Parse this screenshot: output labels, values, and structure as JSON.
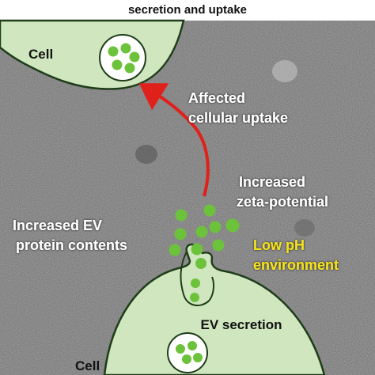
{
  "title": "secretion and uptake",
  "labels": {
    "cell_top": "Cell",
    "cell_bottom": "Cell",
    "uptake_line1": "Affected",
    "uptake_line2": "cellular uptake",
    "zeta_line1": "Increased",
    "zeta_line2": "zeta-potential",
    "protein_line1": "Increased EV",
    "protein_line2": "protein contents",
    "ph_line1": "Low pH",
    "ph_line2": "environment",
    "secretion": "EV secretion"
  },
  "colors": {
    "cell_fill": "#cfe6bf",
    "cell_stroke": "#1f3d1a",
    "vesicle": "#6cc23a",
    "arrow": "#e0201b",
    "ph_text": "#f5e21a",
    "label_text": "#ffffff"
  }
}
